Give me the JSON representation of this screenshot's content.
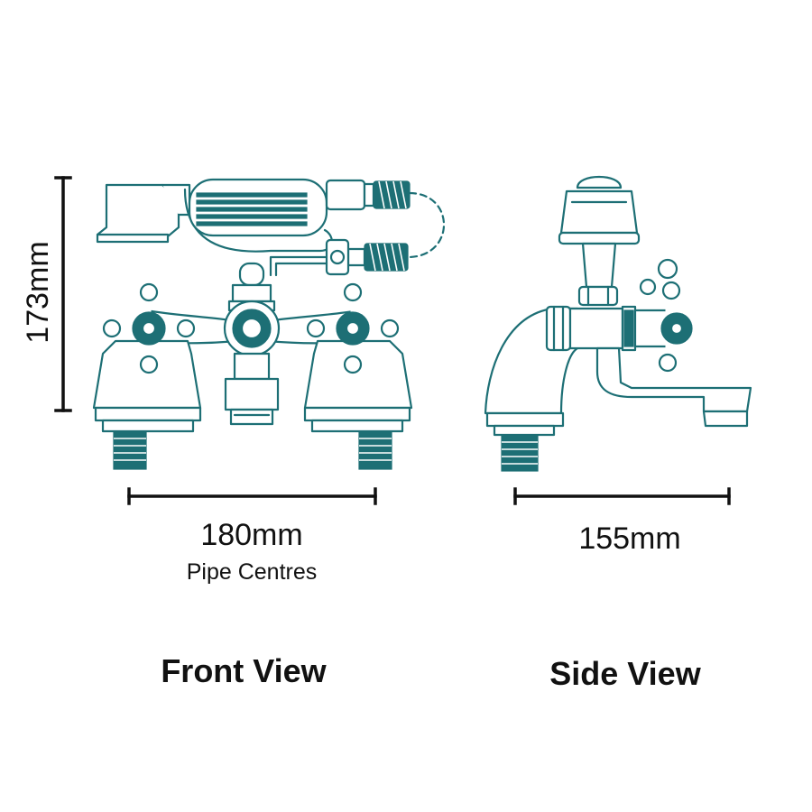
{
  "dimensions": {
    "height": "173mm",
    "front_width": "180mm",
    "front_width_note": "Pipe Centres",
    "side_width": "155mm"
  },
  "views": {
    "front": "Front View",
    "side": "Side View"
  },
  "colors": {
    "line": "#1d6f75",
    "text": "#111111",
    "background": "#ffffff"
  }
}
